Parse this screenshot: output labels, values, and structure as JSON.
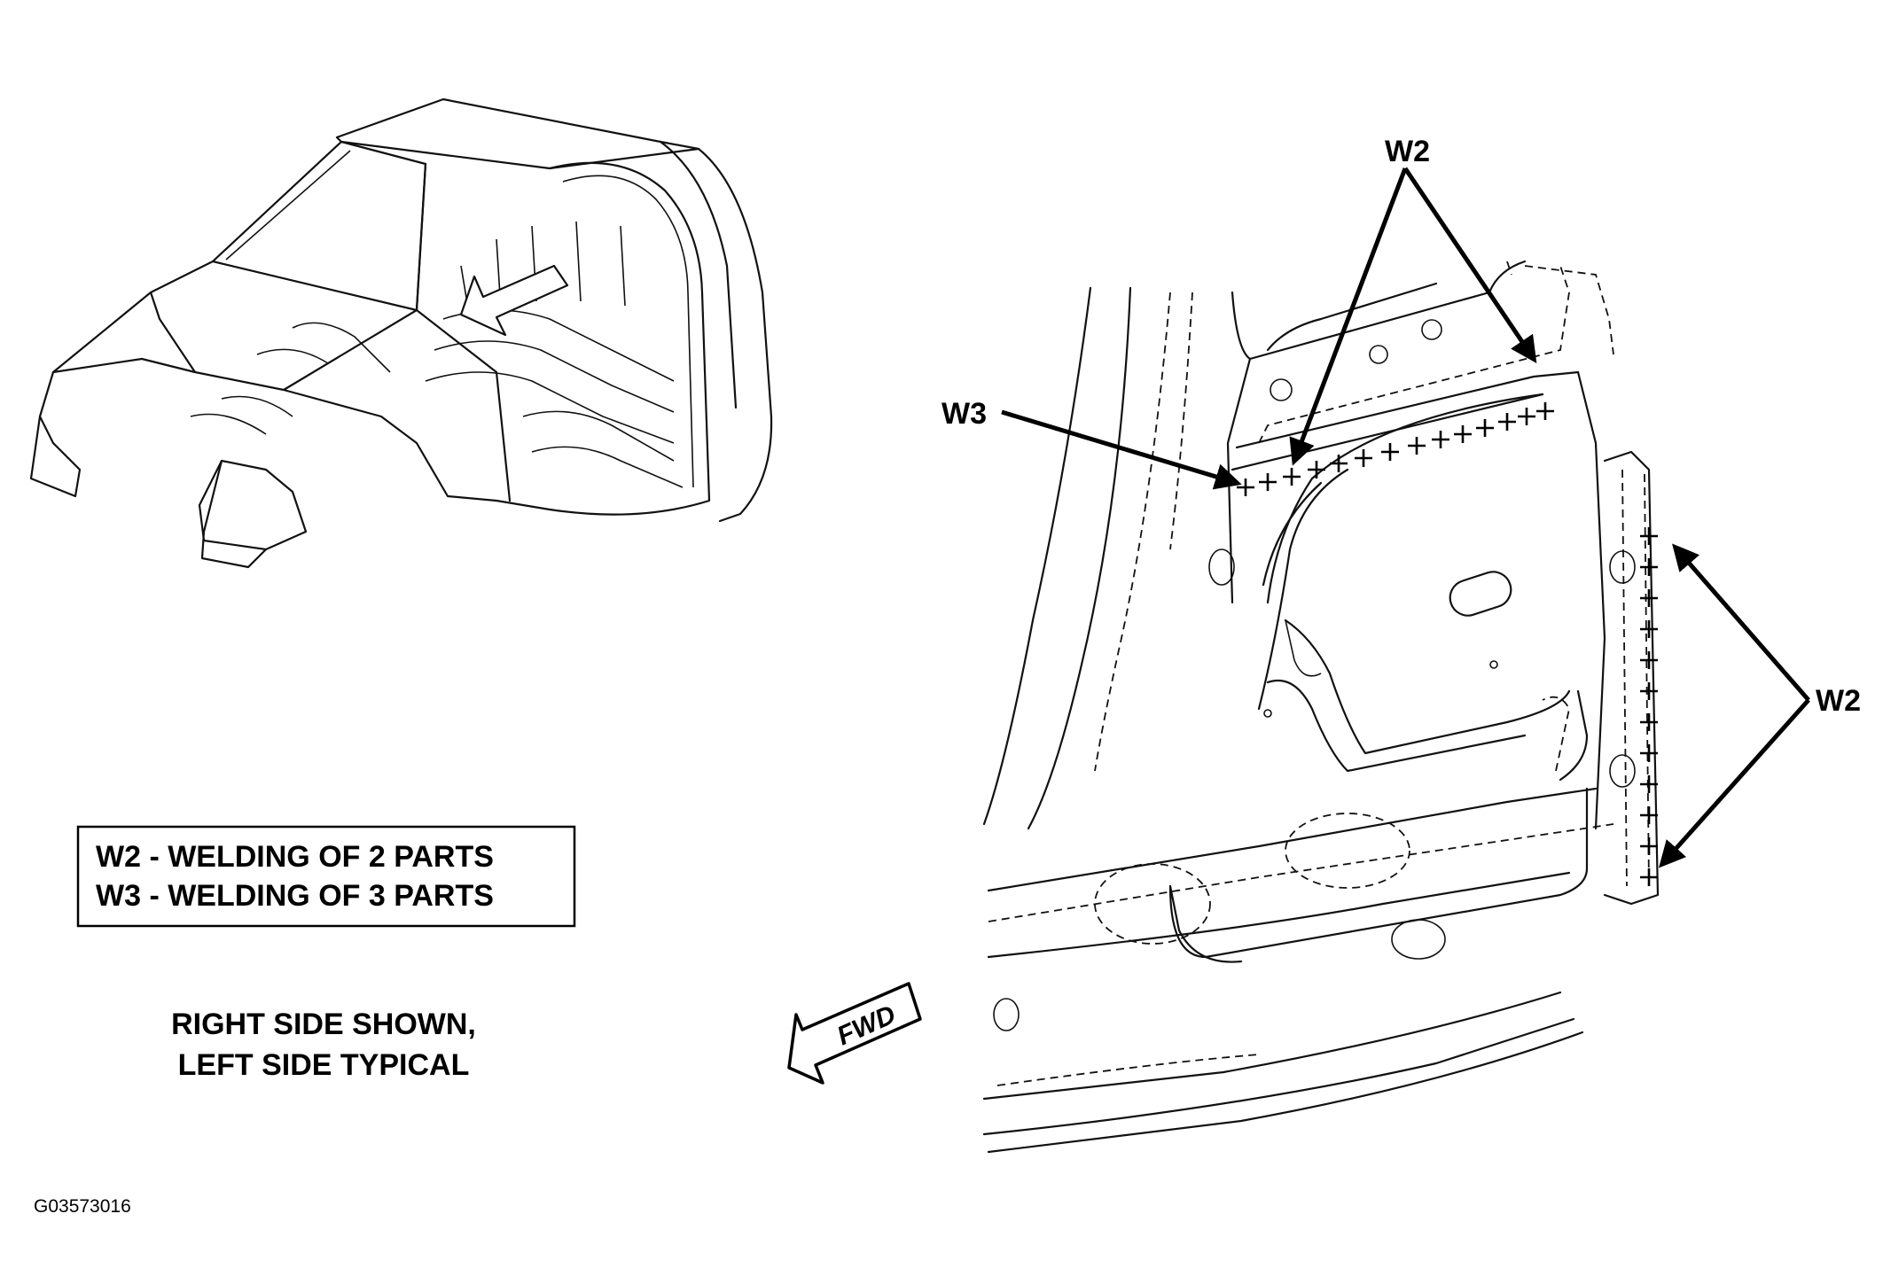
{
  "diagram": {
    "callouts": {
      "w2_top": "W2",
      "w3": "W3",
      "w2_right": "W2"
    },
    "legend": {
      "line1": "W2 - WELDING OF 2 PARTS",
      "line2": "W3 - WELDING OF 3 PARTS"
    },
    "side_note": {
      "line1": "RIGHT SIDE SHOWN,",
      "line2": "LEFT SIDE TYPICAL"
    },
    "direction_arrow": "FWD",
    "figure_code": "G03573016"
  }
}
